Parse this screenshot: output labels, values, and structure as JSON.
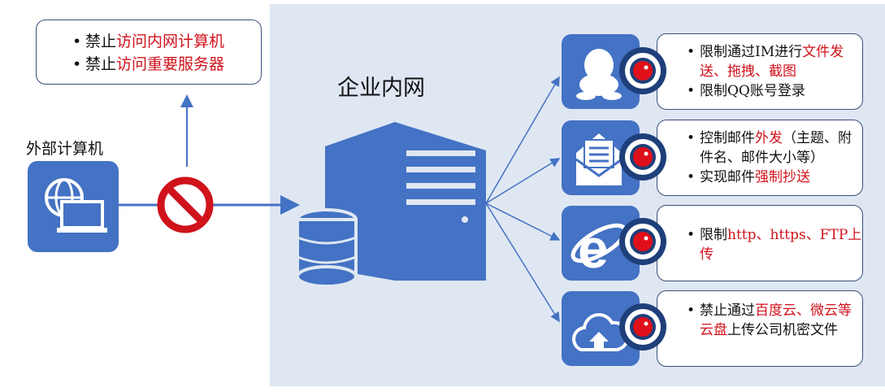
{
  "blocked_box": {
    "items": [
      {
        "a": "禁止",
        "b": "访问内网计算机"
      },
      {
        "a": "禁止",
        "b": "访问重要服务器"
      }
    ]
  },
  "external": {
    "label": "外部计算机"
  },
  "intranet": {
    "label": "企业内网"
  },
  "controls": [
    {
      "icon": "qq-icon",
      "lines": [
        {
          "a": "限制通过IM进行",
          "b": "文件发送、拖拽、截图"
        },
        {
          "a": "限制QQ账号登录",
          "b": ""
        }
      ]
    },
    {
      "icon": "mail-icon",
      "lines": [
        {
          "a": "控制邮件",
          "b": "外发",
          "c": "（主题、附件名、邮件大小等）"
        },
        {
          "a": "实现邮件",
          "b": "强制抄送"
        }
      ]
    },
    {
      "icon": "ie-browser-icon",
      "lines": [
        {
          "a": "限制",
          "b": "http、https、FTP上传"
        }
      ]
    },
    {
      "icon": "cloud-upload-icon",
      "lines": [
        {
          "a": "禁止通过",
          "b": "百度云、微云等云盘",
          "c": "上传公司机密文件"
        }
      ]
    }
  ],
  "colors": {
    "accent": "#4472c4",
    "highlight": "#d0121b",
    "panel": "#dfe7f3"
  }
}
